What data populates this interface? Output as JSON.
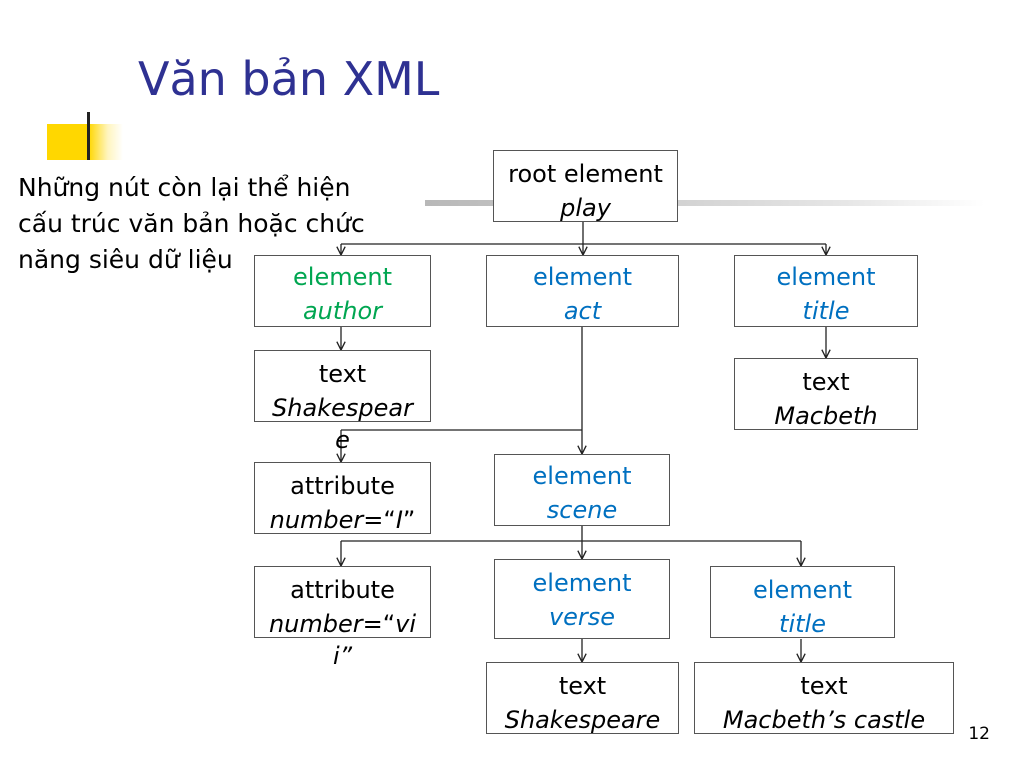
{
  "slide": {
    "title": "Văn bản XML",
    "body_lines": [
      "Những nút còn lại thể hiện",
      "cấu trúc văn bản hoặc chức",
      "năng siêu dữ liệu"
    ],
    "page_number": "12"
  },
  "tree": {
    "root": {
      "line1": "root element",
      "line2": "play"
    },
    "author": {
      "line1": "element",
      "line2": "author",
      "color": "#00a651"
    },
    "act": {
      "line1": "element",
      "line2": "act",
      "color": "#0070c0"
    },
    "title1": {
      "line1": "element",
      "line2": "title",
      "color": "#0070c0"
    },
    "text_shakespeare1": {
      "line1": "text",
      "line2": "Shakespear",
      "line3": "e"
    },
    "text_macbeth": {
      "line1": "text",
      "line2": "Macbeth"
    },
    "attr_number_i": {
      "line1": "attribute",
      "line2a": "number",
      "line2b": "=“",
      "line2c": "I",
      "line2d": "”"
    },
    "scene": {
      "line1": "element",
      "line2": "scene",
      "color": "#0070c0"
    },
    "attr_number_vii": {
      "line1": "attribute",
      "line2a": "number",
      "line2b": "=“",
      "line2c": "vi",
      "line3": "i”"
    },
    "verse": {
      "line1": "element",
      "line2": "verse",
      "color": "#0070c0"
    },
    "title2": {
      "line1": "element",
      "line2": "title",
      "color": "#0070c0"
    },
    "text_shakespeare2": {
      "line1": "text",
      "line2": "Shakespeare"
    },
    "text_castle": {
      "line1": "text",
      "line2": "Macbeth’s castle"
    }
  }
}
